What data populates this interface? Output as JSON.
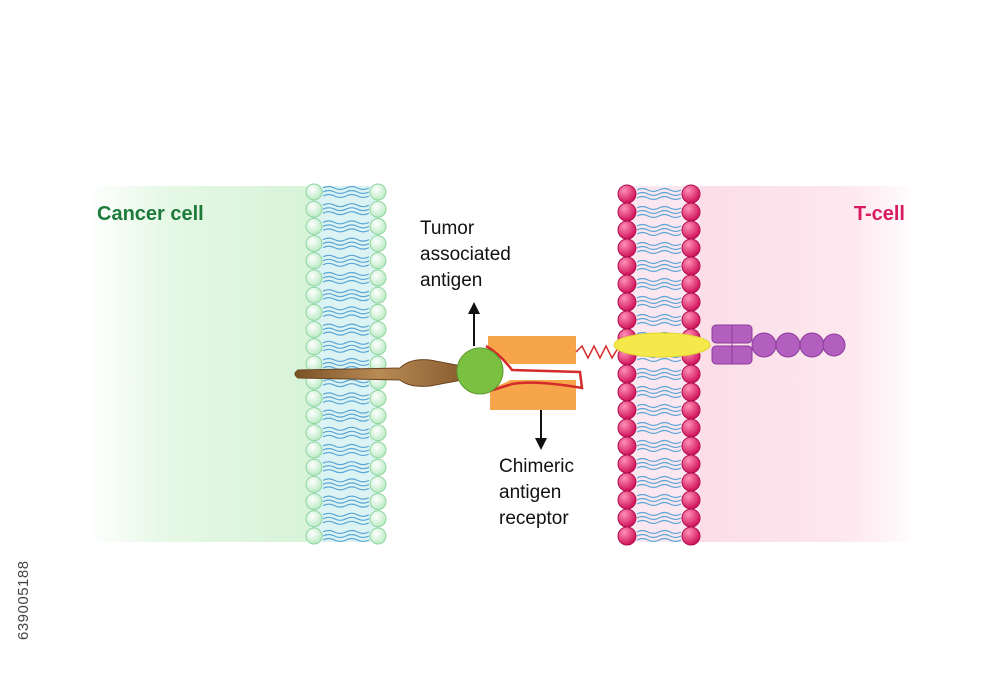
{
  "diagram": {
    "cancer_cell_label": "Cancer cell",
    "t_cell_label": "T-cell",
    "antigen_label_lines": [
      "Tumor",
      "associated",
      "antigen"
    ],
    "receptor_label_lines": [
      "Chimeric",
      "antigen",
      "receptor"
    ],
    "stock_id": "639005188",
    "colors": {
      "cancer_text": "#1d7a3a",
      "tcell_text": "#d81b60",
      "cancer_bg": "#e3f7e3",
      "tcell_bg": "#fde4ec",
      "cancer_bead": "#c9f0d0",
      "tcell_bead": "#e3236a",
      "lipid_wave": "#5aa6d6",
      "antigen_green": "#7ac142",
      "receptor_orange": "#f6a54b",
      "stalk_brown": "#9a6b3a",
      "yellow": "#f4e84a",
      "purple": "#b25fbf"
    }
  }
}
